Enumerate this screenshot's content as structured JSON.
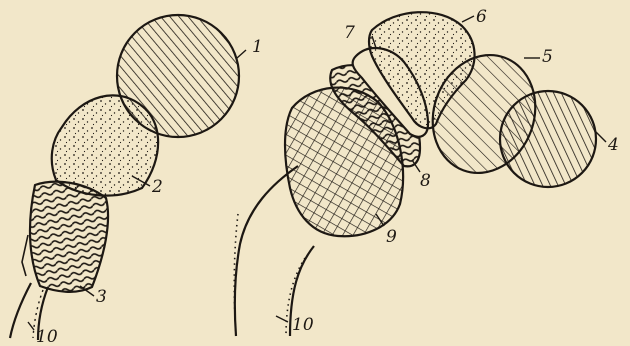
{
  "labels": {
    "l1": "1",
    "l2": "2",
    "l3": "3",
    "l4": "4",
    "l5": "5",
    "l6": "6",
    "l7": "7",
    "l8": "8",
    "l9": "9",
    "l10_left": "10",
    "l10_right": "10"
  },
  "colors": {
    "paper": "#f2e7c9",
    "ink": "#1d1813"
  }
}
